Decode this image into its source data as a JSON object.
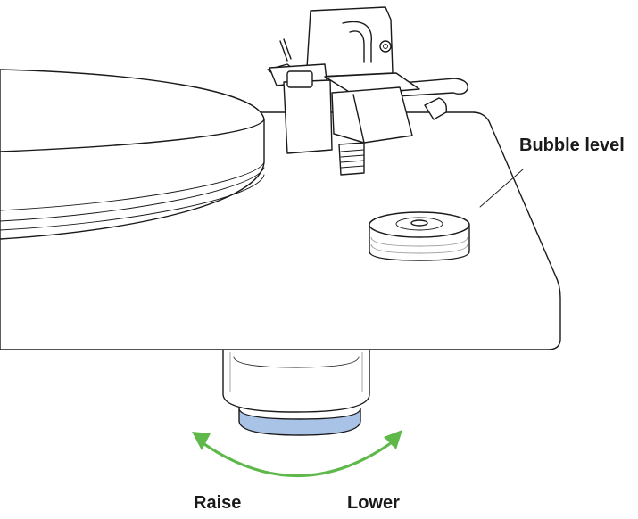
{
  "labels": {
    "bubble_level": "Bubble level",
    "raise": "Raise",
    "lower": "Lower"
  },
  "icons": {
    "adjust_arrow": "curved-double-arrow-icon"
  },
  "colors": {
    "line": "#1a1a1a",
    "arrow": "#5fb84a",
    "foot_ring": "#a9c3e6"
  }
}
